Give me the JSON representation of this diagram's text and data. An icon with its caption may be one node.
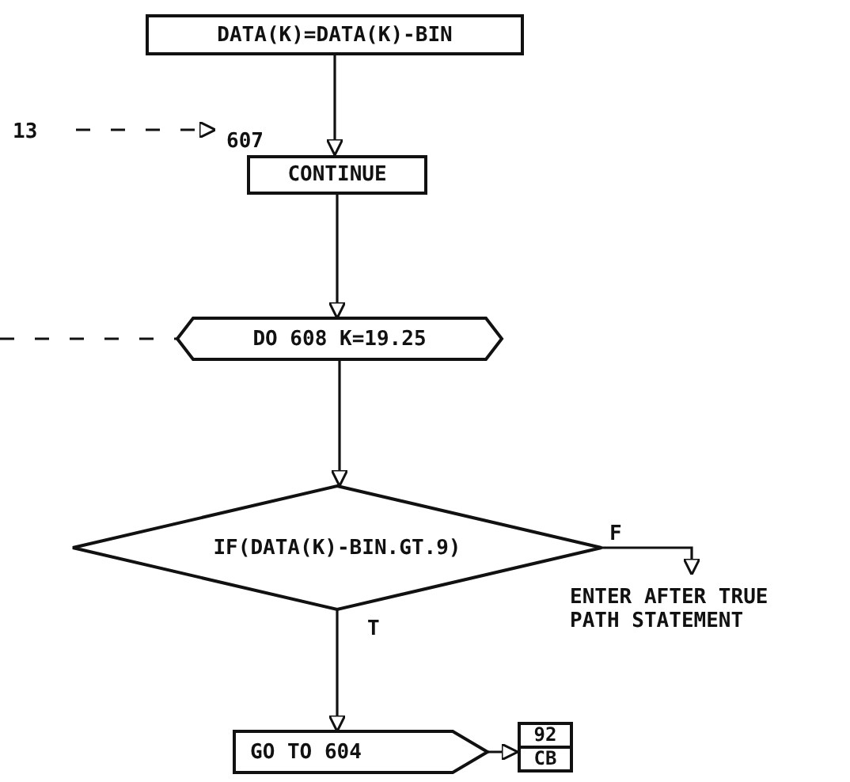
{
  "diagram": {
    "nodes": [
      {
        "text": [
          "DATA(K)=DATA(K)-BIN"
        ]
      },
      {
        "text": [
          "13"
        ]
      },
      {
        "text": [
          "CONTINUE"
        ],
        "beside": [
          "607"
        ]
      },
      {
        "text": [
          "DO 608 K=19.25"
        ]
      },
      {
        "text": [
          "IF(DATA(K)-BIN.GT.9)"
        ]
      },
      {
        "text": [
          "ENTER AFTER TRUE PATH STATEMENT"
        ]
      },
      {
        "text": [
          "GO TO 604"
        ]
      },
      {
        "text": [
          "92",
          "CB"
        ]
      }
    ],
    "edges": [
      {
        "from": 0,
        "to": 2,
        "arrow": "to"
      },
      {
        "from": 1,
        "to": 2,
        "arrow": "to",
        "style": "dashed"
      },
      {
        "from": null,
        "to": 3,
        "arrow": "none",
        "style": "dashed"
      },
      {
        "from": 2,
        "to": 3,
        "arrow": "to"
      },
      {
        "from": 3,
        "to": 4,
        "arrow": "to"
      },
      {
        "from": 4,
        "to": 5,
        "arrow": "to",
        "label": "F"
      },
      {
        "from": 4,
        "to": 6,
        "arrow": "to",
        "label": "T"
      },
      {
        "from": 6,
        "to": 7,
        "arrow": "to"
      }
    ]
  }
}
